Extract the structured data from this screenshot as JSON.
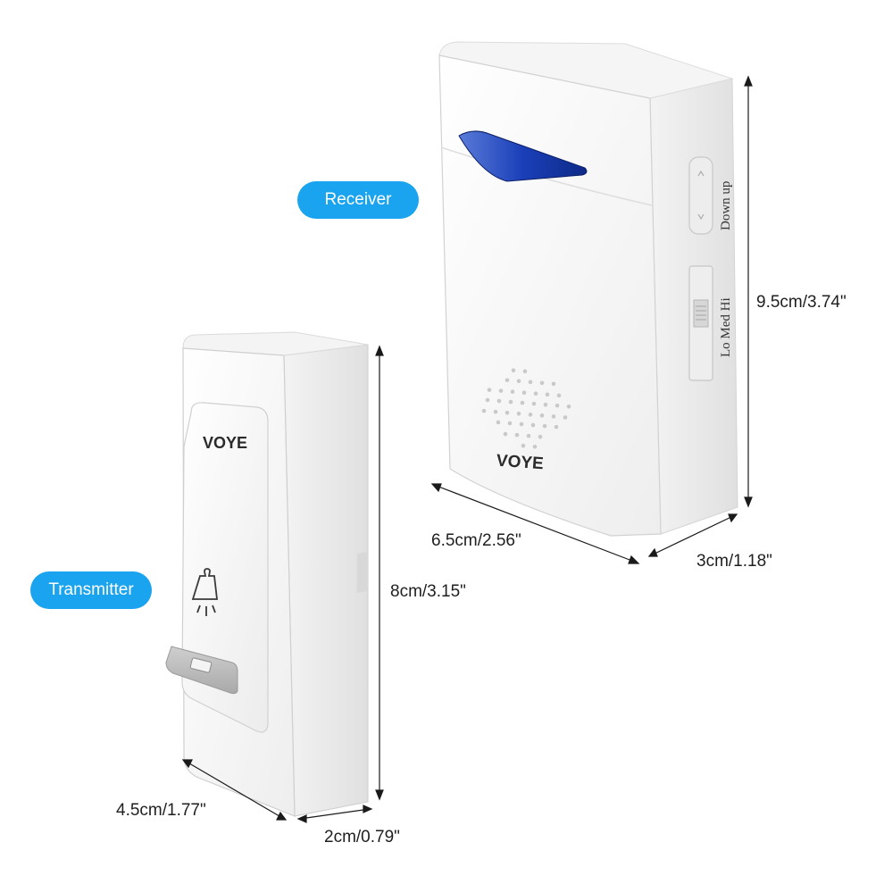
{
  "labels": {
    "receiver": "Receiver",
    "transmitter": "Transmitter"
  },
  "receiver": {
    "brand": "VOYE",
    "volume_switch": [
      "Lo",
      "Med",
      "Hi"
    ],
    "tune_buttons": "Down up",
    "height": "9.5cm/3.74\"",
    "width": "6.5cm/2.56\"",
    "depth": "3cm/1.18\""
  },
  "transmitter": {
    "brand": "VOYE",
    "height": "8cm/3.15\"",
    "width": "4.5cm/1.77\"",
    "depth": "2cm/0.79\""
  },
  "colors": {
    "label_bg": "#1aa3ee",
    "led": "#1a4fd0",
    "device_body": "#f6f6f6"
  },
  "icons": [
    "bell-icon",
    "led-window",
    "speaker-grille"
  ]
}
